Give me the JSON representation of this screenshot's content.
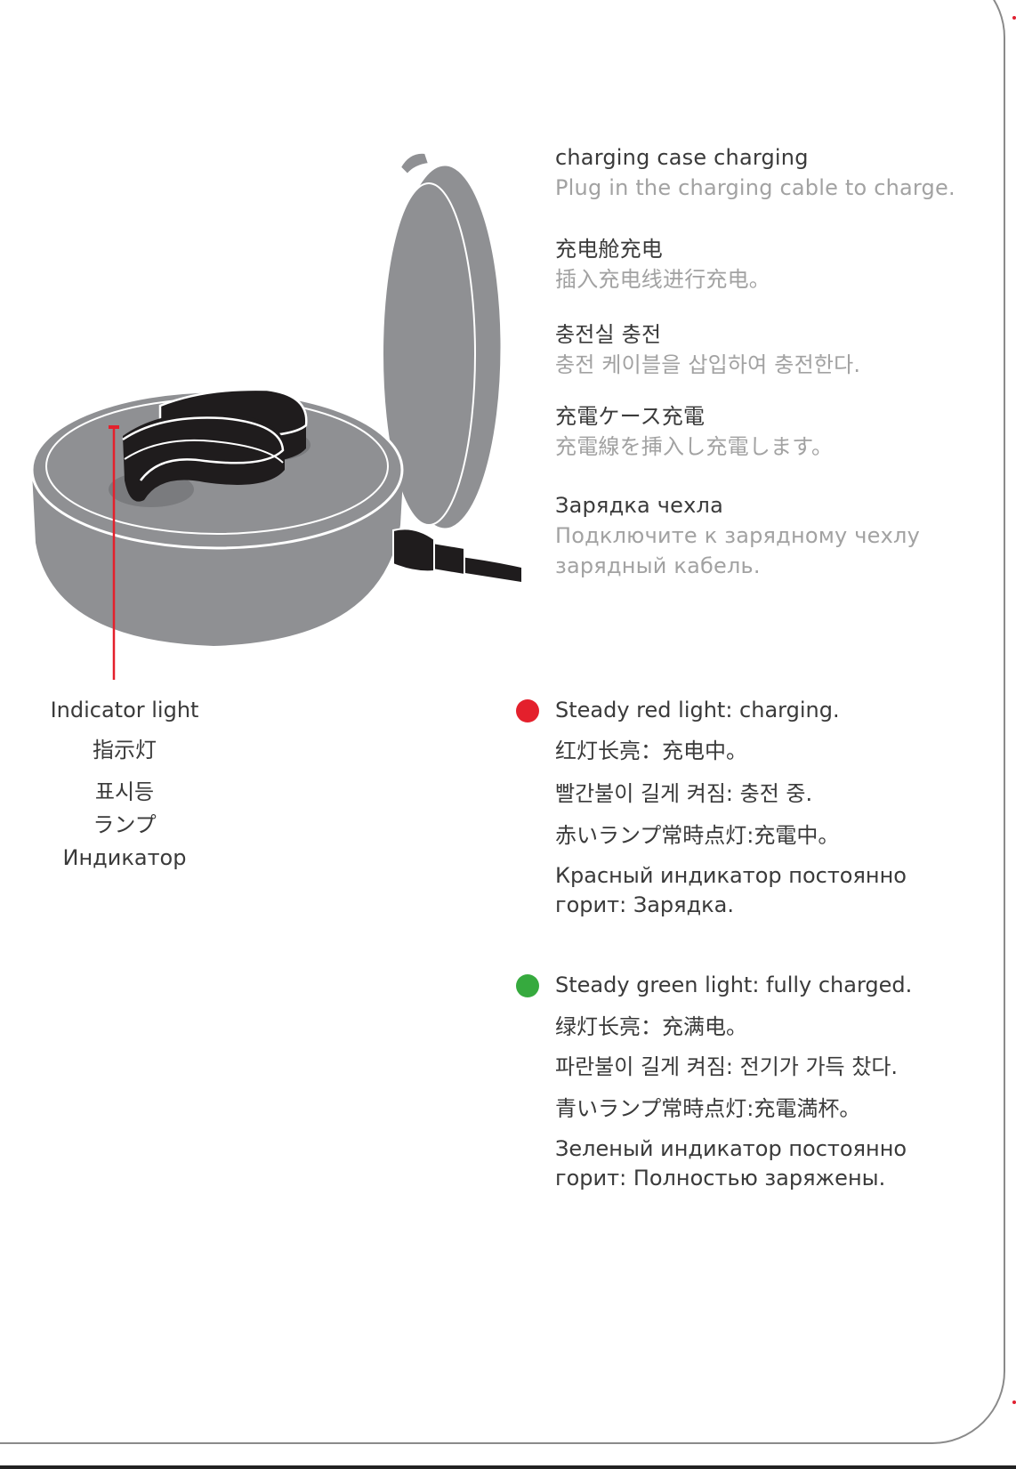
{
  "colors": {
    "red_indicator": "#e4202c",
    "green_indicator": "#36aa3e",
    "case_gray": "#8f9093",
    "bud_dark": "#1f1c1d"
  },
  "icons": {
    "case": "charging-case-illustration",
    "red": "red-dot-icon",
    "green": "green-dot-icon"
  },
  "charging": {
    "en_title": "charging case  charging",
    "en_desc": "Plug in the charging cable to charge.",
    "zh_title": "充电舱充电",
    "zh_desc": "插入充电线进行充电。",
    "ko_title": "충전실 충전",
    "ko_desc": "충전 케이블을 삽입하여 충전한다.",
    "ja_title": "充電ケース充電",
    "ja_desc": "充電線を挿入し充電します。",
    "ru_title": "Зарядка чехла",
    "ru_desc_1": "Подключите к зарядному чехлу",
    "ru_desc_2": "зарядный кабель."
  },
  "indicator": {
    "en": "Indicator light",
    "zh": "指示灯",
    "ko": "표시등",
    "ja": "ランプ",
    "ru": "Индикатор"
  },
  "red_status": {
    "en": "Steady red light: charging.",
    "zh": "红灯长亮：充电中。",
    "ko": "빨간불이 길게 켜짐: 충전 중.",
    "ja": "赤いランプ常時点灯:充電中。",
    "ru_1": "Красный индикатор постоянно",
    "ru_2": "горит: Зарядка."
  },
  "green_status": {
    "en": "Steady green light: fully charged.",
    "zh": "绿灯长亮：充满电。",
    "ko": "파란불이 길게 켜짐: 전기가 가득 찼다.",
    "ja": "青いランプ常時点灯:充電満杯。",
    "ru_1": "Зеленый индикатор постоянно",
    "ru_2": "горит: Полностью заряжены."
  }
}
